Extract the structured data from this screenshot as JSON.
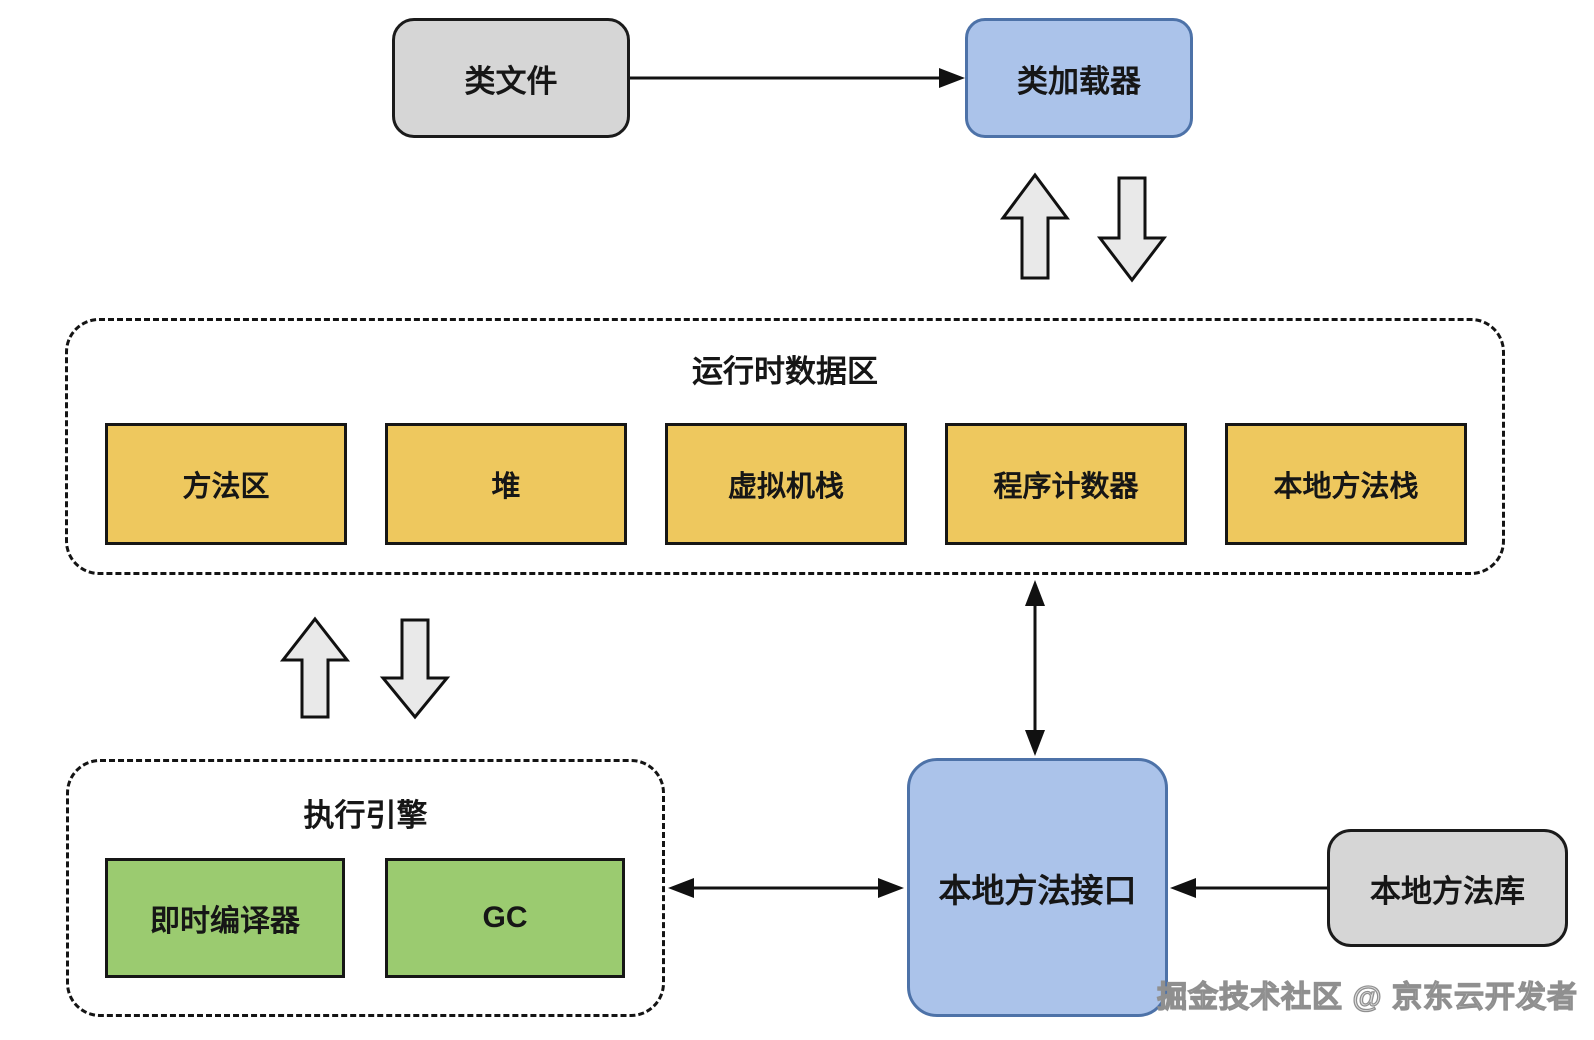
{
  "diagram": {
    "title_context": "JVM architecture diagram",
    "nodes": {
      "class_file": {
        "label": "类文件"
      },
      "class_loader": {
        "label": "类加载器"
      },
      "runtime_data_area": {
        "title": "运行时数据区"
      },
      "method_area": {
        "label": "方法区"
      },
      "heap": {
        "label": "堆"
      },
      "vm_stack": {
        "label": "虚拟机栈"
      },
      "program_counter": {
        "label": "程序计数器"
      },
      "native_method_stack": {
        "label": "本地方法栈"
      },
      "execution_engine": {
        "title": "执行引擎"
      },
      "jit_compiler": {
        "label": "即时编译器"
      },
      "gc": {
        "label": "GC"
      },
      "native_method_interface": {
        "label": "本地方法接口"
      },
      "native_method_library": {
        "label": "本地方法库"
      }
    },
    "watermark": "掘金技术社区 @ 京东云开发者",
    "colors": {
      "gray_fill": "#d6d6d6",
      "blue_fill": "#abc3ea",
      "blue_border": "#4d72a8",
      "yellow_fill": "#eec85e",
      "green_fill": "#9bcb70",
      "box_border": "#161616",
      "block_arrow_fill": "#e9e9e9",
      "connector_color": "#111111",
      "watermark_color": "#8f8f8f",
      "background": "#ffffff"
    }
  }
}
